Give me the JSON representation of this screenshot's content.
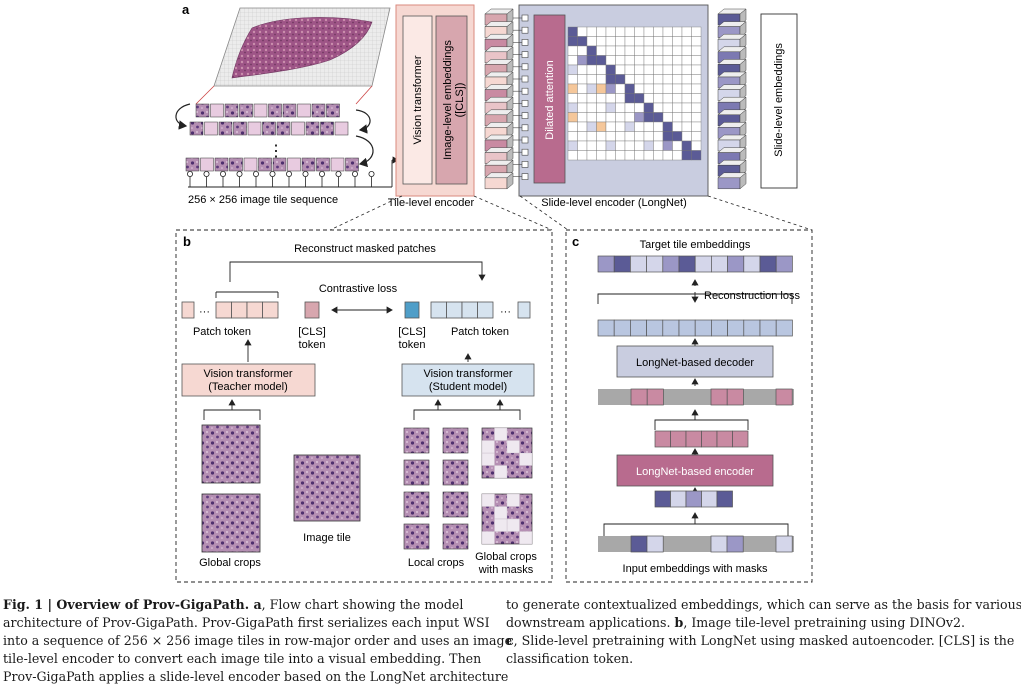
{
  "figure": {
    "panels": {
      "a": {
        "letter": "a",
        "tile_sequence_label": "256 × 256 image tile sequence",
        "ellipsis": "⋮",
        "vision_transformer": "Vision transformer",
        "image_level_embeddings": "Image-level embeddings",
        "cls": "([CLS])",
        "tile_level_encoder": "Tile-level encoder",
        "dilated_attention": "Dilated attention",
        "slide_level_encoder": "Slide-level encoder (LongNet)",
        "slide_level_embeddings": "Slide-level embeddings"
      },
      "b": {
        "letter": "b",
        "reconstruct": "Reconstruct masked patches",
        "contrastive_loss": "Contrastive loss",
        "patch_token_left": "Patch token",
        "cls_left_1": "[CLS]",
        "cls_left_2": "token",
        "cls_right_1": "[CLS]",
        "cls_right_2": "token",
        "patch_token_right": "Patch token",
        "teacher_1": "Vision transformer",
        "teacher_2": "(Teacher model)",
        "student_1": "Vision transformer",
        "student_2": "(Student model)",
        "global_crops": "Global crops",
        "image_tile": "Image tile",
        "local_crops": "Local crops",
        "global_masks_1": "Global crops",
        "global_masks_2": "with masks",
        "dots": "···"
      },
      "c": {
        "letter": "c",
        "target_embeddings": "Target tile embeddings",
        "reconstruction_loss": "Reconstruction loss",
        "decoder": "LongNet-based decoder",
        "encoder": "LongNet-based encoder",
        "input_embeddings": "Input embeddings with masks"
      }
    },
    "colors": {
      "pink_box": "#f6d8d2",
      "pink_box_border": "#d98a7e",
      "mauve": "#b86b8e",
      "mauve_light": "#c98aa2",
      "slide_bg": "#c9cde0",
      "purple_dark": "#5b5b96",
      "purple_mid": "#9b97c6",
      "purple_light": "#d4d6ea",
      "blue_light": "#d6e3ef",
      "cls_blue": "#4f9ec8",
      "gray_bar": "#a8a8a8",
      "tissue": "#9a4d82",
      "orange_cell": "#f5c79a"
    }
  },
  "caption": {
    "left_lines": [
      {
        "bold": "Fig. 1 | Overview of Prov-GigaPath.",
        "bold2": " a",
        "text": ", Flow chart showing the model"
      },
      {
        "text": "architecture of Prov-GigaPath. Prov-GigaPath first serializes each input WSI"
      },
      {
        "text": "into a sequence of 256 × 256 image tiles in row-major order and uses an image"
      },
      {
        "text": "tile-level encoder to convert each image tile into a visual embedding. Then"
      },
      {
        "text": "Prov-GigaPath applies a slide-level encoder based on the LongNet architecture"
      }
    ],
    "right_lines": [
      {
        "text": "to generate contextualized embeddings, which can serve as the basis for various"
      },
      {
        "text": "downstream applications. ",
        "bold": "b",
        "text2": ", Image tile-level pretraining using DINOv2."
      },
      {
        "bold": "c",
        "text": ", Slide-level pretraining with LongNet using masked autoencoder. [CLS] is the"
      },
      {
        "text": "classification token."
      }
    ]
  }
}
